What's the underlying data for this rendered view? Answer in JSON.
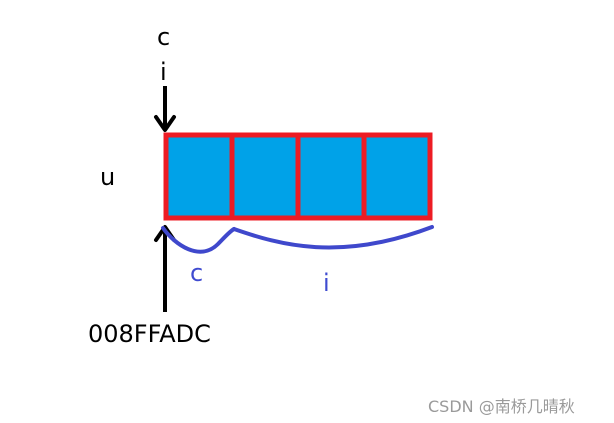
{
  "labels": {
    "top_c": "c",
    "top_i": "i",
    "union_name": "u",
    "address": "008FFADC",
    "brace_c": "c",
    "brace_i": "i"
  },
  "watermark": "CSDN @南桥几晴秋",
  "colors": {
    "cell_fill": "#00a2e8",
    "cell_border": "#ed1c24",
    "brace": "#3f48cc",
    "arrow": "#000000"
  }
}
